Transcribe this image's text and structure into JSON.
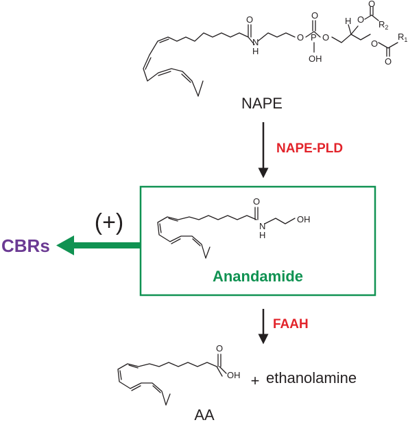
{
  "colors": {
    "enzyme": "#e2232a",
    "anandamide": "#109252",
    "box": "#109252",
    "cbr": "#6b3a93",
    "arrow_green": "#109252",
    "ink": "#231f20"
  },
  "nape": {
    "label": "NAPE",
    "atoms": {
      "o_amide": "O",
      "nh_n": "N",
      "nh_h": "H",
      "o_ester1": "O",
      "p": "P",
      "o_dbl": "O",
      "o_ester2": "O",
      "oh": "OH",
      "h_stereo": "H",
      "o_acyl2": "O",
      "o_carbonyl2": "O",
      "r2": "R",
      "r2_sub": "2",
      "o_acyl1": "O",
      "r1": "R",
      "r1_sub": "1",
      "o_carbonyl1": "O"
    }
  },
  "step1": {
    "enzyme": "NAPE-PLD",
    "arrow_icon": "down-arrow-icon"
  },
  "anandamide": {
    "name": "Anandamide",
    "atoms": {
      "o_amide": "O",
      "nh_n": "N",
      "nh_h": "H",
      "oh": "OH"
    }
  },
  "activation": {
    "sign": "(+)",
    "target": "CBRs",
    "arrow_icon": "left-arrow-icon"
  },
  "step2": {
    "enzyme": "FAAH",
    "arrow_icon": "down-arrow-icon"
  },
  "products": {
    "aa_label": "AA",
    "aa_atoms": {
      "o_carbonyl": "O",
      "oh": "OH"
    },
    "plus": "+",
    "second": "ethanolamine"
  }
}
